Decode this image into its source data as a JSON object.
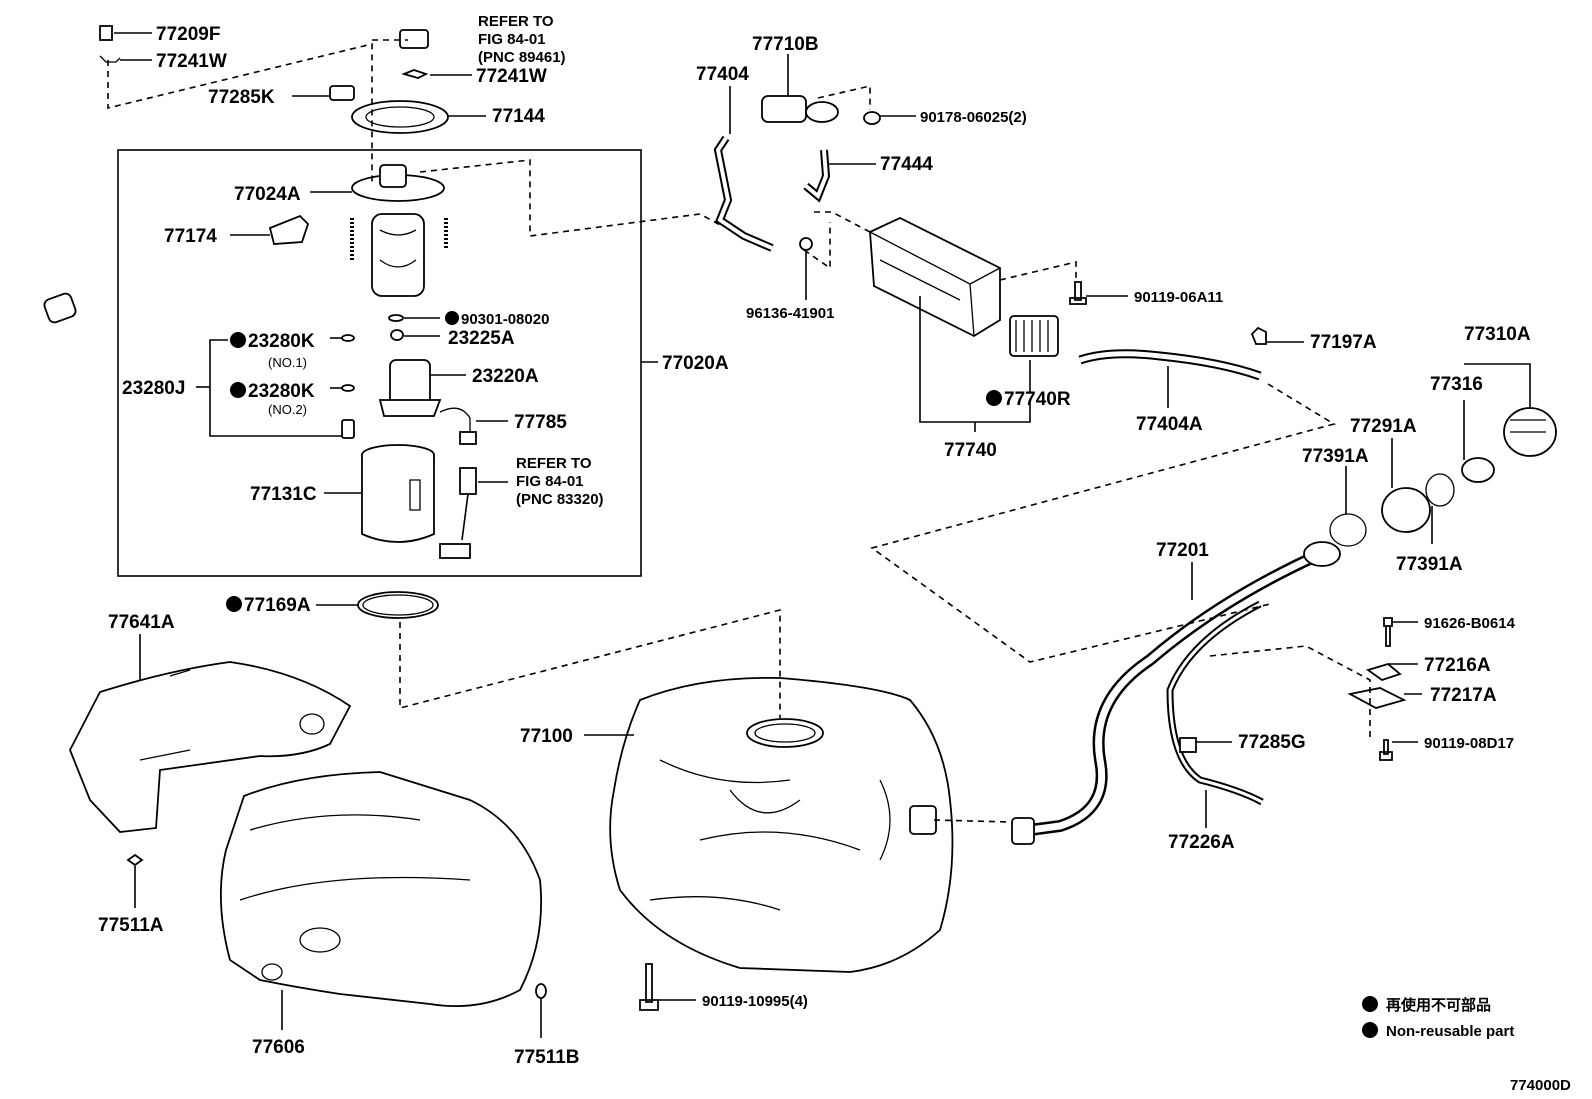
{
  "labels": {
    "p77209F": "77209F",
    "p77241W_a": "77241W",
    "p77285K": "77285K",
    "p77241W_b": "77241W",
    "p77144": "77144",
    "p77024A": "77024A",
    "p77174": "77174",
    "p90301": "90301-08020",
    "p23225A": "23225A",
    "p23280K_1": "23280K",
    "no1": "(NO.1)",
    "p23280J": "23280J",
    "p23280K_2": "23280K",
    "no2": "(NO.2)",
    "p23220A": "23220A",
    "p77785": "77785",
    "p77131C": "77131C",
    "p77020A": "77020A",
    "p77169A": "77169A",
    "p77641A": "77641A",
    "p77511A": "77511A",
    "p77606": "77606",
    "p77511B": "77511B",
    "p77100": "77100",
    "p90119_10995": "90119-10995(4)",
    "p77710B": "77710B",
    "p77404": "77404",
    "p90178": "90178-06025(2)",
    "p77444": "77444",
    "p96136": "96136-41901",
    "p90119_06A11": "90119-06A11",
    "p77740R": "77740R",
    "p77740": "77740",
    "p77404A": "77404A",
    "p77197A": "77197A",
    "p77310A": "77310A",
    "p77316": "77316",
    "p77291A": "77291A",
    "p77391A_a": "77391A",
    "p77391A_b": "77391A",
    "p77201": "77201",
    "p91626": "91626-B0614",
    "p77216A": "77216A",
    "p77217A": "77217A",
    "p90119_08D17": "90119-08D17",
    "p77285G": "77285G",
    "p77226A": "77226A"
  },
  "refers": {
    "top": {
      "l1": "REFER TO",
      "l2": "FIG 84-01",
      "l3": "(PNC 89461)"
    },
    "mid": {
      "l1": "REFER TO",
      "l2": "FIG 84-01",
      "l3": "(PNC 83320)"
    }
  },
  "legend": {
    "jp": "再使用不可部品",
    "en": "Non-reusable part"
  },
  "figure_code": "774000D"
}
